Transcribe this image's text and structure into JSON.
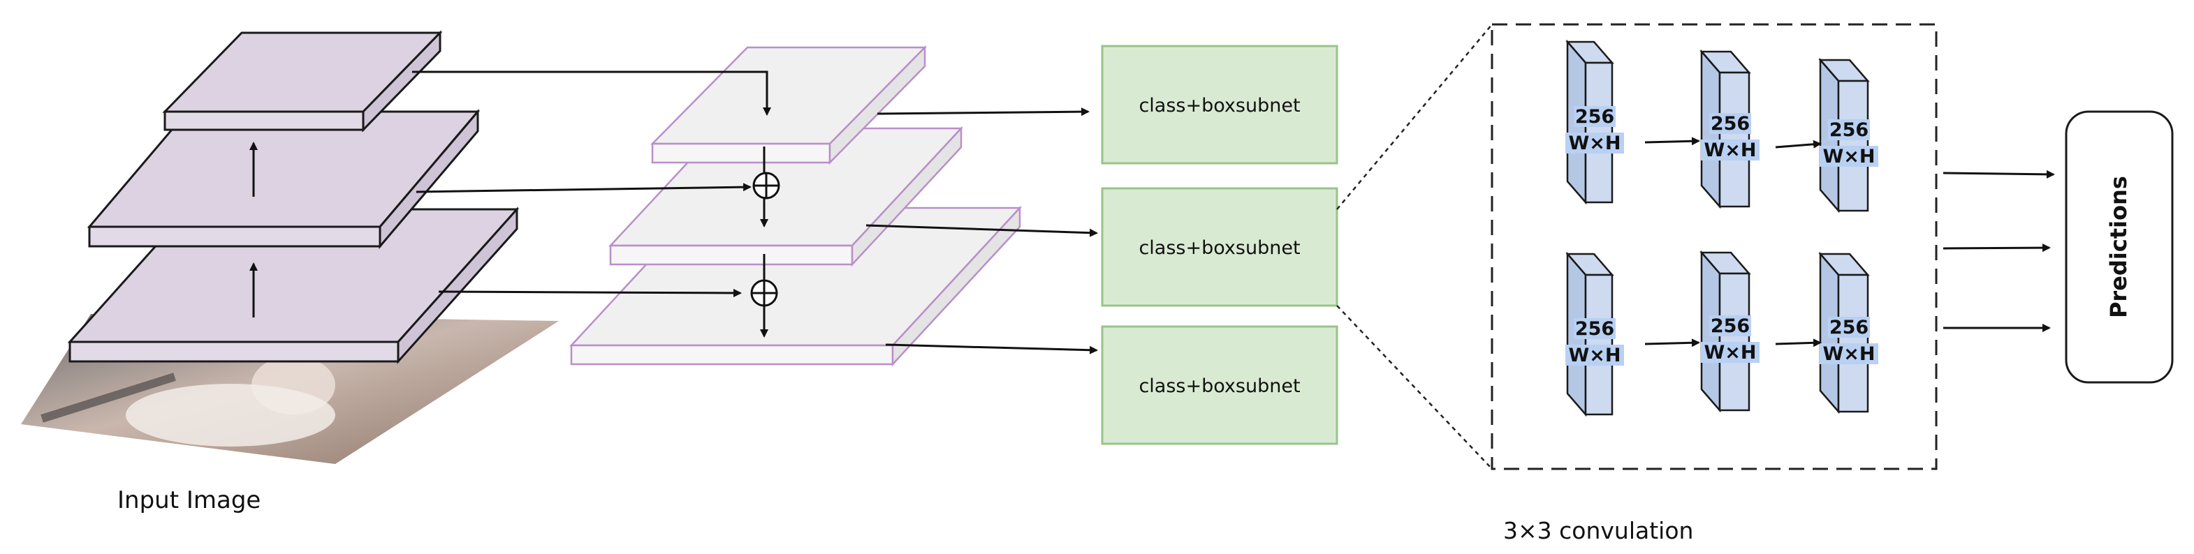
{
  "labels": {
    "input_image": "Input Image",
    "conv_caption": "3×3 convulation",
    "predictions": "Predictions"
  },
  "subnets": [
    {
      "label": "class+boxsubnet"
    },
    {
      "label": "class+boxsubnet"
    },
    {
      "label": "class+boxsubnet"
    }
  ],
  "conv_blocks": {
    "channels": "256",
    "size": "W×H"
  },
  "colors": {
    "pyramid_fill": "#dcd2e2",
    "pyramid_top": "#d8cbdf",
    "fpn_fill": "#f0f0f0",
    "fpn_edge": "#b98fc9",
    "subnet_fill": "#d9ead3",
    "subnet_border": "#98c48a",
    "conv_front": "#b4c8e6",
    "conv_side": "#cddaf0",
    "conv_text_bg": "#b8d0f2",
    "photo_tone": "#a8948a"
  }
}
